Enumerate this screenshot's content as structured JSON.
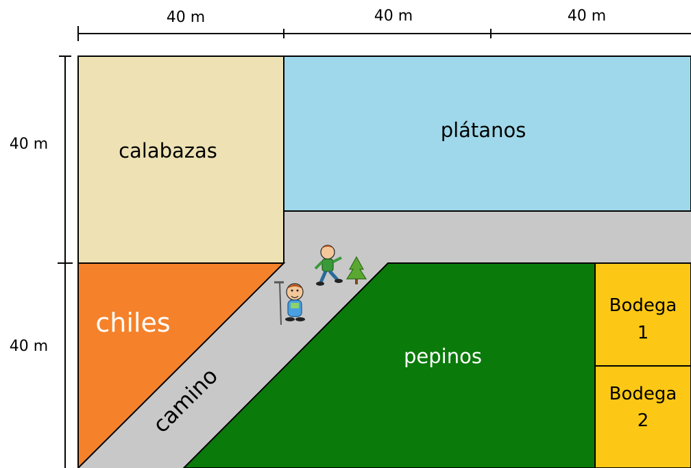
{
  "dimensions": {
    "top": [
      "40 m",
      "40 m",
      "40 m"
    ],
    "left": [
      "40 m",
      "40 m"
    ]
  },
  "regions": {
    "calabazas": {
      "label": "calabazas",
      "color": "#EEE2B4"
    },
    "platanos": {
      "label": "plátanos",
      "color": "#9ED8EA"
    },
    "chiles": {
      "label": "chiles",
      "color": "#F5822A"
    },
    "pepinos": {
      "label": "pepinos",
      "color": "#0A7A0A"
    },
    "camino": {
      "label": "camino",
      "color": "#C8C8C8"
    },
    "bodega1": {
      "label_line1": "Bodega",
      "label_line2": "1",
      "color": "#FCC815"
    },
    "bodega2": {
      "label_line1": "Bodega",
      "label_line2": "2",
      "color": "#FCC815"
    }
  },
  "figures": [
    "farmer-figure",
    "walking-person-figure",
    "tree-icon"
  ]
}
